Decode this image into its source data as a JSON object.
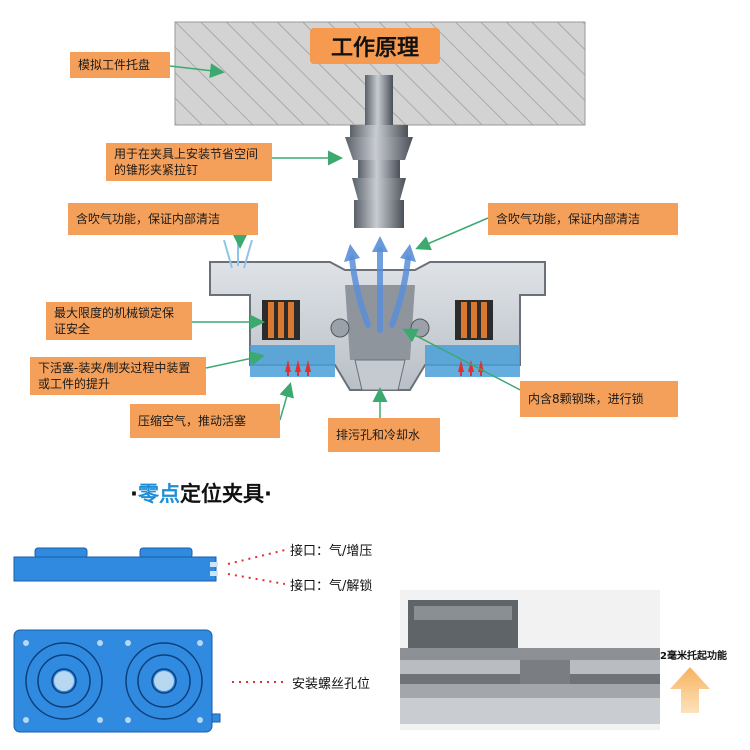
{
  "title": "工作原理",
  "callouts": {
    "pallet": "模拟工件托盘",
    "pull_stud": "用于在夹具上安装节省空间的锥形夹紧拉钉",
    "air_blow_left": "含吹气功能，保证内部清洁",
    "air_blow_right": "含吹气功能，保证内部清洁",
    "mechanical_lock": "最大限度的机械锁定保证安全",
    "piston_lower": "下活塞-装夹/制夹过程中装置或工件的提升",
    "compressed_air": "压缩空气，推动活塞",
    "drain_hole": "排污孔和冷却水",
    "steel_balls": "内含8颗钢珠，进行锁"
  },
  "section": {
    "title_dot_left": "·",
    "title_highlight": "零点",
    "title_rest": "定位夹具",
    "title_dot_right": "·"
  },
  "ports": {
    "port1": "接口：气/增压",
    "port2": "接口：气/解锁",
    "mount_holes": "安装螺丝孔位"
  },
  "lift": {
    "label": "2毫米托起功能"
  },
  "colors": {
    "callout_bg": "#f5a05a",
    "fixture_blue": "#2f8ae0",
    "arrow_green": "#3caa6e",
    "spring_orange": "#d9782e",
    "dotted_red": "#e03030"
  }
}
